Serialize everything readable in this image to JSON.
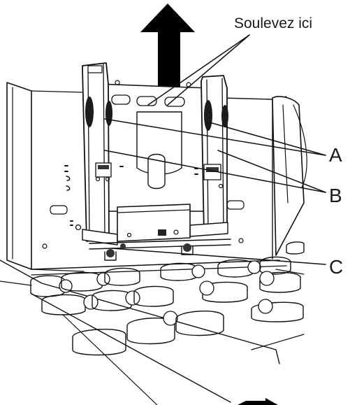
{
  "callouts": {
    "lift_here": "Soulevez ici",
    "A": "A",
    "B": "B",
    "C": "C"
  },
  "colors": {
    "ink": "#111111",
    "arrow": "#000000",
    "roller_dark": "#2a2a2a",
    "background": "#ffffff"
  }
}
